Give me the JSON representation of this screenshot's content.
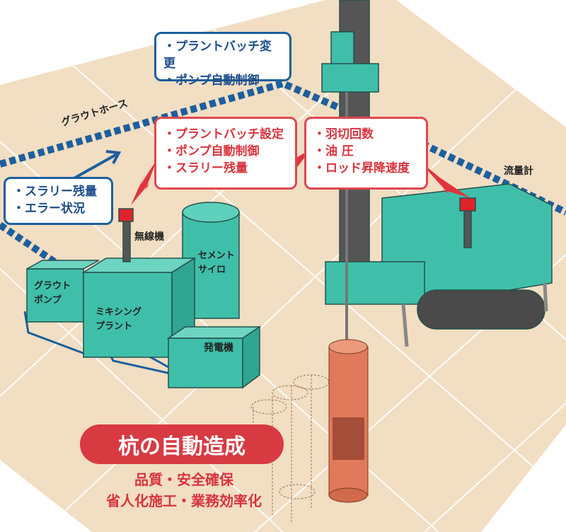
{
  "callouts": {
    "top_blue": [
      "・プラントバッチ変更",
      "・ポンプ自動制御"
    ],
    "left_blue": [
      "・スラリー残量",
      "・エラー状況"
    ],
    "plant_red": [
      "・プラントバッチ設定",
      "・ポンプ自動制御",
      "・スラリー残量"
    ],
    "rig_red": [
      "・羽切回数",
      "・油 圧",
      "・ロッド昇降速度"
    ]
  },
  "labels": {
    "grout_hose": "グラウトホース",
    "flow_meter": "流量計",
    "radio": "無線機",
    "cement_silo": [
      "セメント",
      "サイロ"
    ],
    "grout_pump": [
      "グラウト",
      "ポンプ"
    ],
    "mixing_plant": [
      "ミキシング",
      "プラント"
    ],
    "generator": "発電機"
  },
  "headline": "杭の自動造成",
  "benefits": [
    "品質・安全確保",
    "省人化施工・業務効率化"
  ],
  "colors": {
    "floor": "#f1dec3",
    "equipment": "#3fbfaa",
    "blue": "#1d5f9e",
    "red": "#d83a42",
    "pile": "#e07a5a"
  }
}
